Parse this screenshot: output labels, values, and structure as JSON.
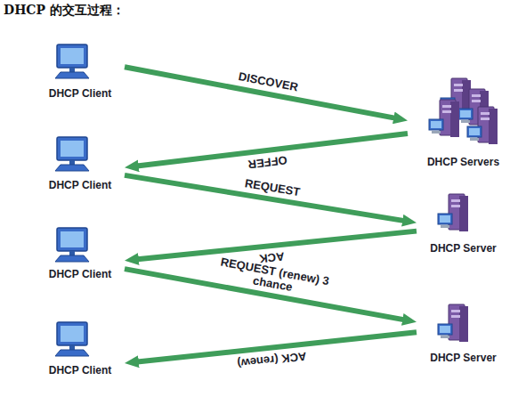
{
  "diagram": {
    "title": "DHCP 的交互过程：",
    "nodes": [
      {
        "text": [
          "DHCP Client"
        ]
      },
      {
        "text": [
          "DHCP Servers"
        ]
      },
      {
        "text": [
          "DHCP Client"
        ]
      },
      {
        "text": [
          "DHCP Server"
        ]
      },
      {
        "text": [
          "DHCP Client"
        ]
      },
      {
        "text": [
          "DHCP Server"
        ]
      },
      {
        "text": [
          "DHCP Client"
        ]
      }
    ],
    "edges": [
      {
        "from": 0,
        "to": 1,
        "label": "DISCOVER",
        "arrow": "to"
      },
      {
        "from": 1,
        "to": 2,
        "label": "OFFER",
        "arrow": "to"
      },
      {
        "from": 2,
        "to": 3,
        "label": "REQUEST",
        "arrow": "to"
      },
      {
        "from": 3,
        "to": 4,
        "label": "ACK",
        "arrow": "to"
      },
      {
        "from": 4,
        "to": 5,
        "label": "REQUEST (renew) 3 chance",
        "arrow": "to"
      },
      {
        "from": 5,
        "to": 6,
        "label": "ACK (renew)",
        "arrow": "to"
      }
    ]
  }
}
